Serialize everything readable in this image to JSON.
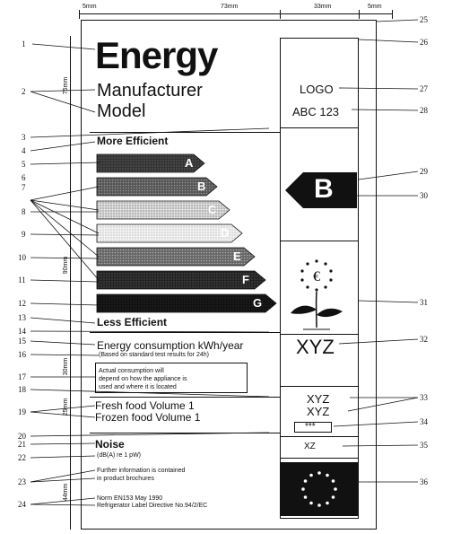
{
  "dimensions": {
    "d1": "5mm",
    "d2": "73mm",
    "d3": "33mm",
    "d4": "5mm",
    "left1": "75mm",
    "left2": "90mm",
    "left3": "30mm",
    "left4": "25mm",
    "left5": "44mm"
  },
  "label": {
    "title": "Energy",
    "manufacturer": "Manufacturer",
    "model": "Model",
    "more_efficient": "More Efficient",
    "less_efficient": "Less Efficient",
    "classes": [
      "A",
      "B",
      "C",
      "D",
      "E",
      "F",
      "G"
    ],
    "consumption_title": "Energy consumption kWh/year",
    "consumption_sub": "(Based on standard test results for 24h)",
    "actual_note_1": "Actual consumption will",
    "actual_note_2": "depend on how the appliance is",
    "actual_note_3": "used and where it is located",
    "fresh_food": "Fresh food Volume 1",
    "frozen_food": "Frozen food Volume 1",
    "noise_title": "Noise",
    "noise_sub": "(dB(A) re 1 pW)",
    "further_1": "Further information is contained",
    "further_2": "in product brochures",
    "norm_1": "Norm EN153 May 1990",
    "norm_2": "Refrigerator Label Directive No.94/2/EC",
    "logo": "LOGO",
    "model_code": "ABC 123",
    "rating": "B",
    "consumption_value": "XYZ",
    "volume_value_1": "XYZ",
    "volume_value_2": "XYZ",
    "frozen_stars": "***",
    "noise_value": "XZ"
  },
  "callouts": [
    "1",
    "2",
    "3",
    "4",
    "5",
    "6",
    "7",
    "8",
    "9",
    "10",
    "11",
    "12",
    "13",
    "14",
    "15",
    "16",
    "17",
    "18",
    "19",
    "20",
    "21",
    "22",
    "23",
    "24"
  ],
  "callouts_right": [
    "25",
    "26",
    "27",
    "28",
    "29",
    "30",
    "31",
    "32",
    "33",
    "34",
    "35",
    "36"
  ]
}
